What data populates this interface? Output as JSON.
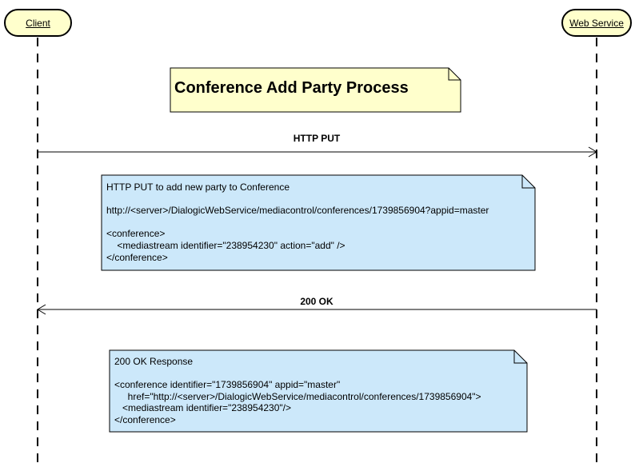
{
  "diagram": {
    "type": "sequence",
    "title": "Conference Add Party Process",
    "actors": [
      "Client",
      "Web Service"
    ],
    "messages": [
      {
        "label": "HTTP PUT",
        "from": "Client",
        "to": "Web Service"
      },
      {
        "label": "200 OK",
        "from": "Web Service",
        "to": "Client"
      }
    ],
    "notes": {
      "request": "HTTP PUT to add new party to Conference\n\nhttp://<server>/DialogicWebService/mediacontrol/conferences/1739856904?appid=master\n\n<conference>\n    <mediastream identifier=\"238954230\" action=\"add\" />\n</conference>",
      "response": "200 OK Response\n\n<conference identifier=\"1739856904\" appid=\"master\"\n     href=\"http://<server>/DialogicWebService/mediacontrol/conferences/1739856904\">\n   <mediastream identifier=\"238954230\"/>\n</conference>"
    },
    "colors": {
      "actor_fill": "#ffffcc",
      "title_note_fill": "#ffffcc",
      "message_note_fill": "#cce8fa",
      "line": "#000000"
    }
  }
}
